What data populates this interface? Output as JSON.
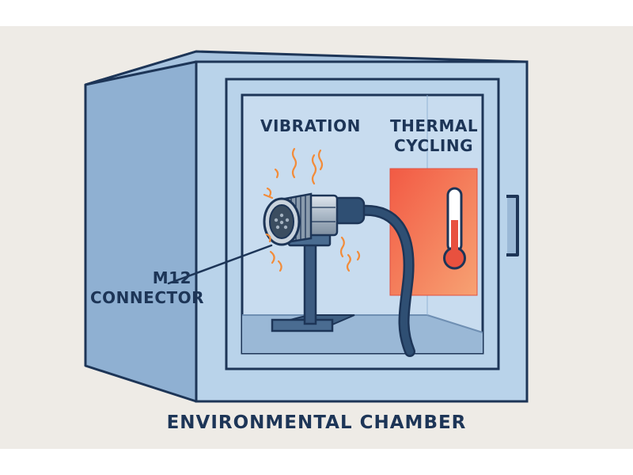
{
  "labels": {
    "vibration": "VIBRATION",
    "thermal_line1": "THERMAL",
    "thermal_line2": "CYCLING",
    "connector_line1": "M12",
    "connector_line2": "CONNECTOR",
    "chamber": "ENVIRONMENTAL CHAMBER"
  },
  "icons": [
    "vibration-wave-icon",
    "thermometer-icon",
    "door-handle-icon"
  ],
  "colors": {
    "background": "#eeebe6",
    "chamber_front": "#b9d3ea",
    "chamber_side": "#8fb0d2",
    "outline": "#1d3557",
    "heat_panel": "#f26b4a",
    "vibration_marks": "#f28c3a"
  }
}
